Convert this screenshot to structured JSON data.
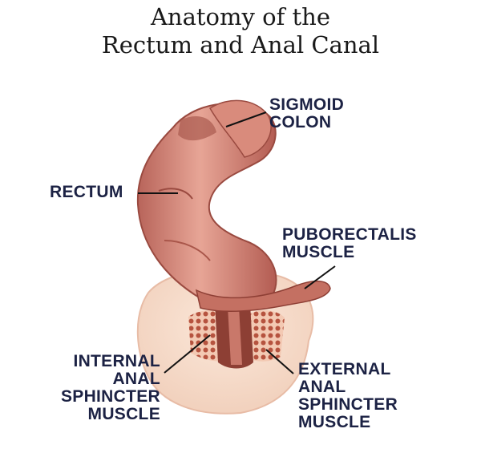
{
  "title": {
    "line1": "Anatomy of the",
    "line2": "Rectum and Anal Canal"
  },
  "labels": {
    "sigmoid_colon": [
      "SIGMOID",
      "COLON"
    ],
    "rectum": [
      "RECTUM"
    ],
    "puborectalis_muscle": [
      "PUBORECTALIS",
      "MUSCLE"
    ],
    "internal_anal_sphincter_muscle": [
      "INTERNAL",
      "ANAL",
      "SPHINCTER",
      "MUSCLE"
    ],
    "external_anal_sphincter_muscle": [
      "EXTERNAL",
      "ANAL",
      "SPHINCTER",
      "MUSCLE"
    ]
  },
  "colors": {
    "label_text": "#1c2244",
    "tissue_dark": "#9a4a40",
    "tissue_mid": "#c8766a",
    "tissue_light": "#e6a89a",
    "pelvic_floor": "#f6dccb"
  }
}
